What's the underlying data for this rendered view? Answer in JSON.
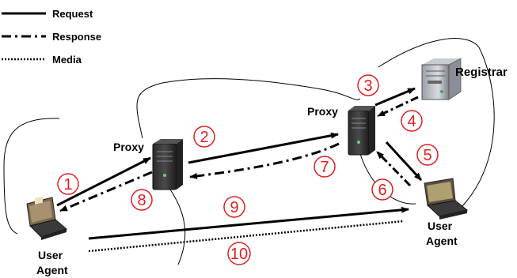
{
  "legend": {
    "request": "Request",
    "response": "Response",
    "media": "Media"
  },
  "nodes": {
    "registrar": "Registrar",
    "proxy_left": "Proxy",
    "proxy_right": "Proxy",
    "user_agent_left_line1": "User",
    "user_agent_left_line2": "Agent",
    "user_agent_right_line1": "User",
    "user_agent_right_line2": "Agent"
  },
  "steps": [
    "1",
    "2",
    "3",
    "4",
    "5",
    "6",
    "7",
    "8",
    "9",
    "10"
  ],
  "colors": {
    "step_circle": "#e02020",
    "arrows": "#000000"
  },
  "icons": {
    "server": "tower-server-icon",
    "laptop": "laptop-icon"
  }
}
